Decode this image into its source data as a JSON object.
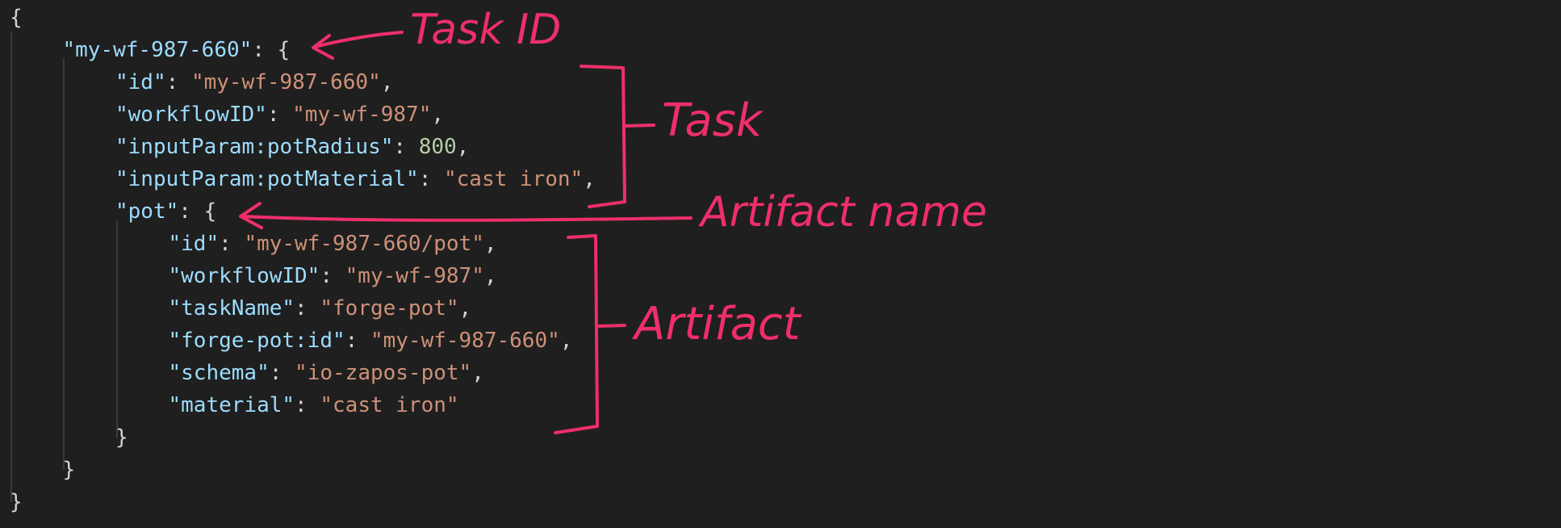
{
  "code": {
    "lines": [
      {
        "indent": 0,
        "tokens": [
          {
            "t": "pun",
            "v": "{"
          }
        ]
      },
      {
        "indent": 1,
        "tokens": [
          {
            "t": "key",
            "v": "\"my-wf-987-660\""
          },
          {
            "t": "pun",
            "v": ": {"
          }
        ]
      },
      {
        "indent": 2,
        "tokens": [
          {
            "t": "key",
            "v": "\"id\""
          },
          {
            "t": "pun",
            "v": ": "
          },
          {
            "t": "str",
            "v": "\"my-wf-987-660\""
          },
          {
            "t": "pun",
            "v": ","
          }
        ]
      },
      {
        "indent": 2,
        "tokens": [
          {
            "t": "key",
            "v": "\"workflowID\""
          },
          {
            "t": "pun",
            "v": ": "
          },
          {
            "t": "str",
            "v": "\"my-wf-987\""
          },
          {
            "t": "pun",
            "v": ","
          }
        ]
      },
      {
        "indent": 2,
        "tokens": [
          {
            "t": "key",
            "v": "\"inputParam:potRadius\""
          },
          {
            "t": "pun",
            "v": ": "
          },
          {
            "t": "num",
            "v": "800"
          },
          {
            "t": "pun",
            "v": ","
          }
        ]
      },
      {
        "indent": 2,
        "tokens": [
          {
            "t": "key",
            "v": "\"inputParam:potMaterial\""
          },
          {
            "t": "pun",
            "v": ": "
          },
          {
            "t": "str",
            "v": "\"cast iron\""
          },
          {
            "t": "pun",
            "v": ","
          }
        ]
      },
      {
        "indent": 2,
        "tokens": [
          {
            "t": "key",
            "v": "\"pot\""
          },
          {
            "t": "pun",
            "v": ": {"
          }
        ]
      },
      {
        "indent": 3,
        "tokens": [
          {
            "t": "key",
            "v": "\"id\""
          },
          {
            "t": "pun",
            "v": ": "
          },
          {
            "t": "str",
            "v": "\"my-wf-987-660/pot\""
          },
          {
            "t": "pun",
            "v": ","
          }
        ]
      },
      {
        "indent": 3,
        "tokens": [
          {
            "t": "key",
            "v": "\"workflowID\""
          },
          {
            "t": "pun",
            "v": ": "
          },
          {
            "t": "str",
            "v": "\"my-wf-987\""
          },
          {
            "t": "pun",
            "v": ","
          }
        ]
      },
      {
        "indent": 3,
        "tokens": [
          {
            "t": "key",
            "v": "\"taskName\""
          },
          {
            "t": "pun",
            "v": ": "
          },
          {
            "t": "str",
            "v": "\"forge-pot\""
          },
          {
            "t": "pun",
            "v": ","
          }
        ]
      },
      {
        "indent": 3,
        "tokens": [
          {
            "t": "key",
            "v": "\"forge-pot:id\""
          },
          {
            "t": "pun",
            "v": ": "
          },
          {
            "t": "str",
            "v": "\"my-wf-987-660\""
          },
          {
            "t": "pun",
            "v": ","
          }
        ]
      },
      {
        "indent": 3,
        "tokens": [
          {
            "t": "key",
            "v": "\"schema\""
          },
          {
            "t": "pun",
            "v": ": "
          },
          {
            "t": "str",
            "v": "\"io-zapos-pot\""
          },
          {
            "t": "pun",
            "v": ","
          }
        ]
      },
      {
        "indent": 3,
        "tokens": [
          {
            "t": "key",
            "v": "\"material\""
          },
          {
            "t": "pun",
            "v": ": "
          },
          {
            "t": "str",
            "v": "\"cast iron\""
          }
        ]
      },
      {
        "indent": 2,
        "tokens": [
          {
            "t": "pun",
            "v": "}"
          }
        ]
      },
      {
        "indent": 1,
        "tokens": [
          {
            "t": "pun",
            "v": "}"
          }
        ]
      },
      {
        "indent": 0,
        "tokens": [
          {
            "t": "pun",
            "v": "}"
          }
        ]
      }
    ]
  },
  "annotations": {
    "task_id": "Task ID",
    "task": "Task",
    "artifact_name": "Artifact name",
    "artifact": "Artifact"
  },
  "colors": {
    "background": "#1f1f1f",
    "key": "#9cdcfe",
    "string": "#ce9178",
    "number": "#b5cea8",
    "punctuation": "#d4d4d4",
    "annotation": "#ee2f6a"
  }
}
